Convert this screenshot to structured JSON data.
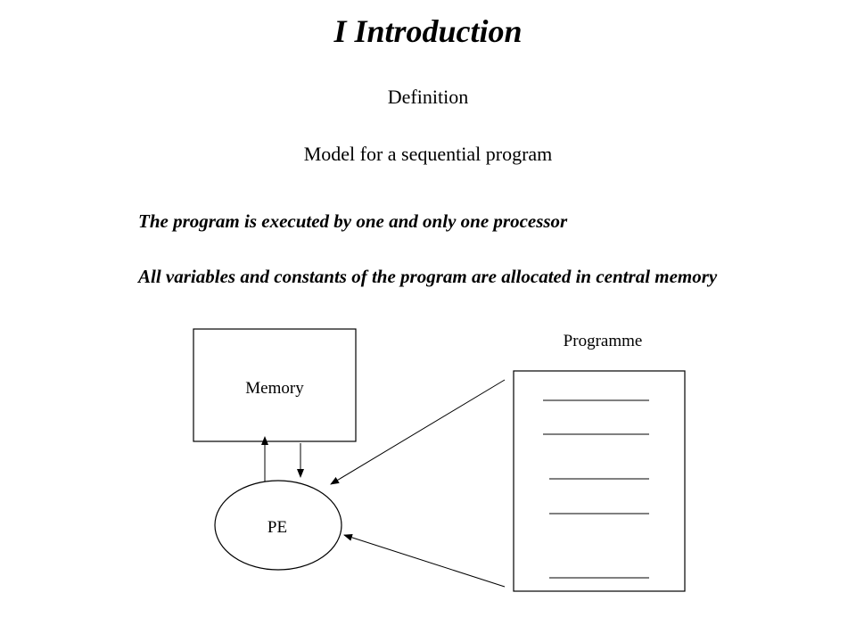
{
  "slide": {
    "title": "I Introduction",
    "definition": "Definition",
    "model": "Model for a sequential program",
    "bullets": [
      "The program is executed by one and only one processor",
      "All variables and constants of the program are allocated in central memory"
    ]
  },
  "diagram": {
    "memory_label": "Memory",
    "pe_label": "PE",
    "programme_label": "Programme",
    "program_line_count": 5
  }
}
